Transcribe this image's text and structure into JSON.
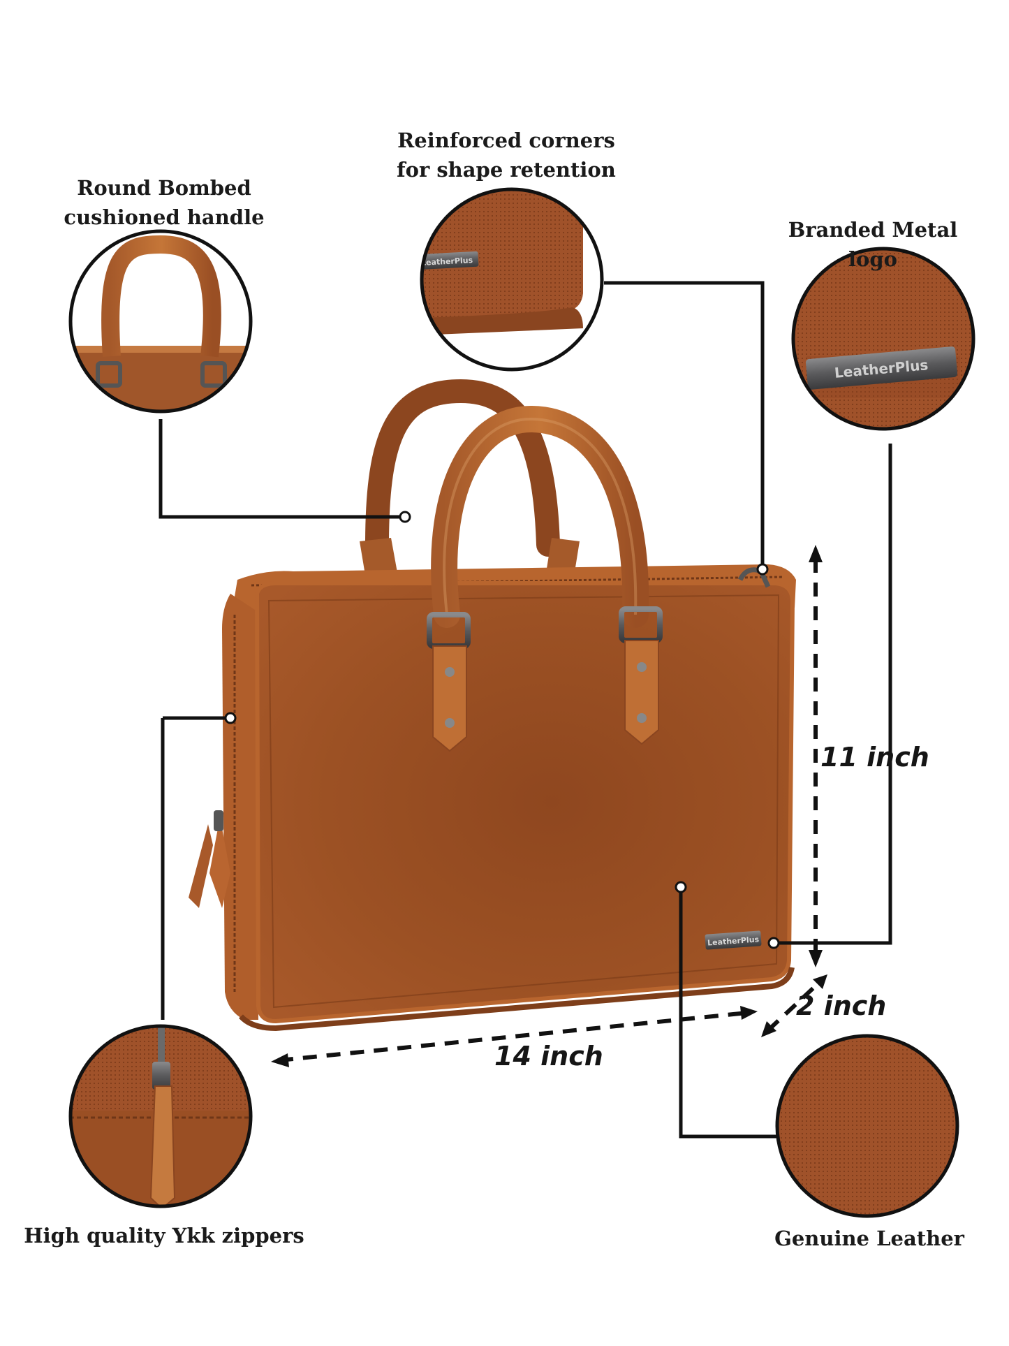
{
  "callouts": {
    "handle": "Round Bombed cushioned handle",
    "corners": "Reinforced corners for shape retention",
    "logo": "Branded Metal logo",
    "zippers": "High quality Ykk zippers",
    "leather": "Genuine Leather"
  },
  "dimensions": {
    "height": "11 inch",
    "depth": "2 inch",
    "width": "14 inch"
  },
  "brand_plate": "LeatherPlus",
  "colors": {
    "leather": "#9a4f24",
    "leather_light": "#b8652e",
    "leather_dark": "#6f3617",
    "metal": "#5a5a5c",
    "line": "#111111"
  }
}
